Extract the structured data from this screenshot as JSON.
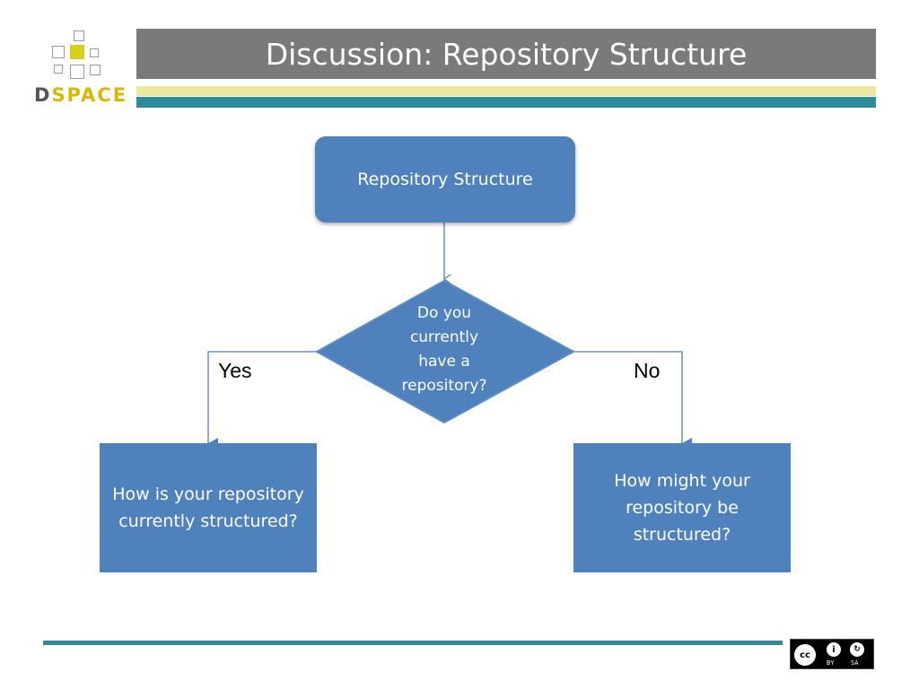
{
  "logo": {
    "letter_d": "D",
    "letters_rest": "SPACE"
  },
  "title": "Discussion: Repository Structure",
  "colors": {
    "title_bar": "#7a7a7a",
    "band_yellow": "#ece8a0",
    "band_teal": "#2f8b99",
    "shape_fill": "#4f81bd",
    "connector": "#4f81bd",
    "logo_accent": "#d8cf1a"
  },
  "diagram": {
    "start": "Repository Structure",
    "decision": [
      "Do you",
      "currently",
      "have a",
      "repository?"
    ],
    "yes_label": "Yes",
    "no_label": "No",
    "yes_outcome": "How is your repository currently structured?",
    "no_outcome": "How might your repository be structured?"
  },
  "license": {
    "icons": [
      "cc-icon",
      "by-icon",
      "sa-icon"
    ],
    "by_text": "BY",
    "sa_text": "SA"
  }
}
